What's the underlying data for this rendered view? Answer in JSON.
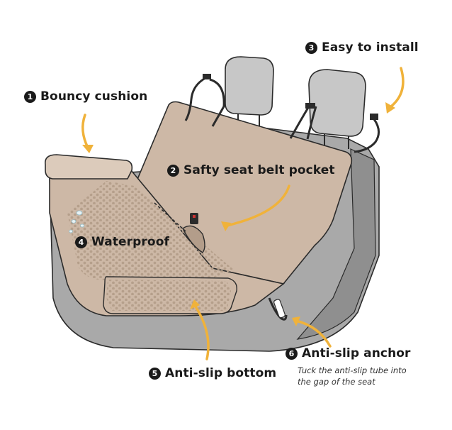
{
  "callouts": [
    {
      "id": "bouncy-cushion",
      "number": "1",
      "text": "Bouncy cushion"
    },
    {
      "id": "seat-belt-pocket",
      "number": "2",
      "text": "Safty seat belt pocket"
    },
    {
      "id": "easy-install",
      "number": "3",
      "text": "Easy to install"
    },
    {
      "id": "waterproof",
      "number": "4",
      "text": "Waterproof"
    },
    {
      "id": "anti-slip-bottom",
      "number": "5",
      "text": "Anti-slip bottom"
    },
    {
      "id": "anti-slip-anchor",
      "number": "6",
      "text": "Anti-slip anchor"
    }
  ],
  "anchor_note": [
    "Tuck the anti-slip tube into",
    "the gap of the seat"
  ],
  "colors": {
    "cover": "#cdb8a6",
    "cover_dark": "#b39d8a",
    "cover_light": "#dccbbb",
    "seat_grey": "#a9a9a9",
    "seat_grey_dark": "#8f8f8f",
    "headrest": "#c7c7c7",
    "arrow": "#f0b23a",
    "outline": "#2b2b2b"
  }
}
